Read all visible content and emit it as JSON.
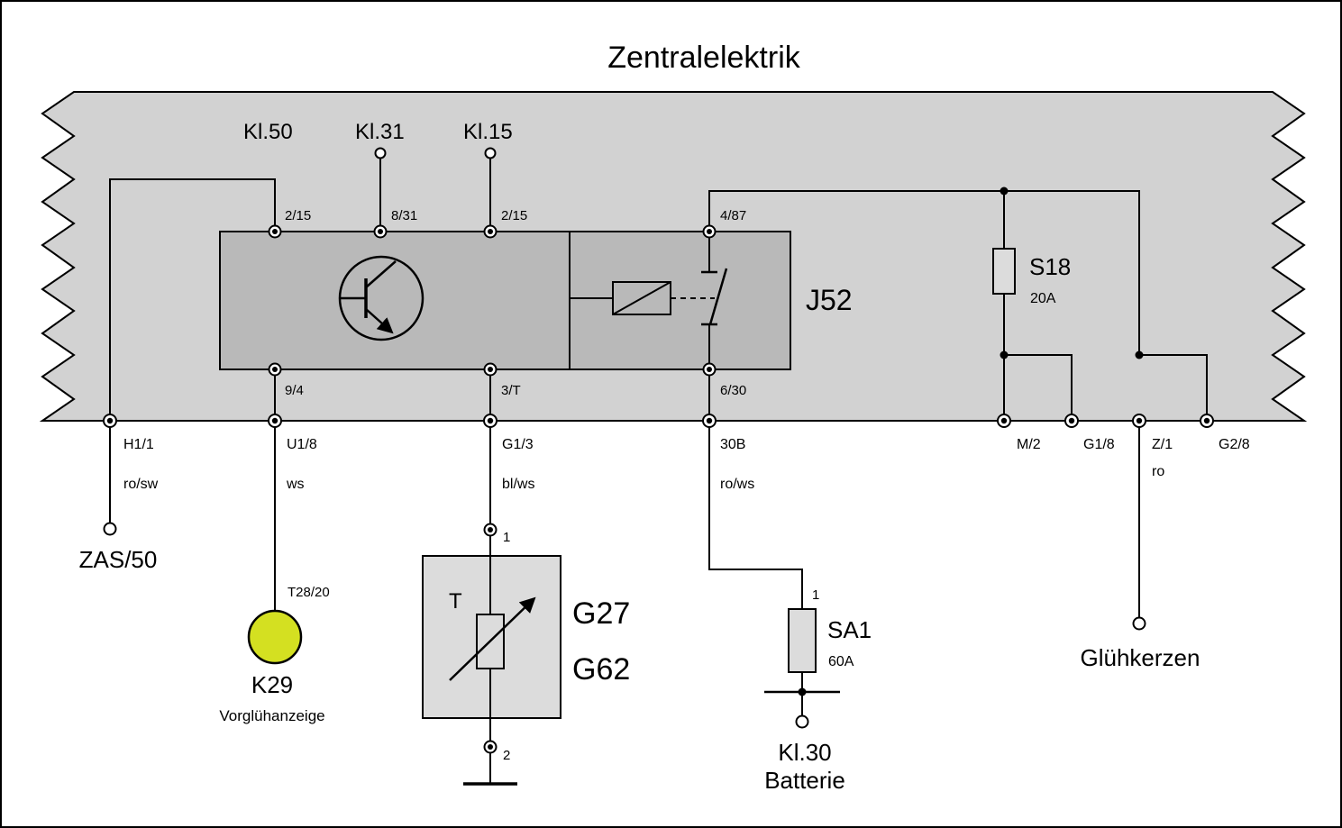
{
  "title": "Zentralelektrik",
  "labels": {
    "kl50": "Kl.50",
    "kl31": "Kl.31",
    "kl15": "Kl.15"
  },
  "module": {
    "name": "J52",
    "pin_top_1": "2/15",
    "pin_top_2": "8/31",
    "pin_top_3": "2/15",
    "pin_top_4": "4/87",
    "pin_bottom_1": "9/4",
    "pin_bottom_2": "3/T",
    "pin_bottom_3": "6/30"
  },
  "fuses": {
    "s18": {
      "name": "S18",
      "rating": "20A"
    },
    "sa1": {
      "name": "SA1",
      "rating": "60A",
      "pin": "1"
    }
  },
  "connectors": {
    "h1_1": {
      "label": "H1/1",
      "wire": "ro/sw"
    },
    "u1_8": {
      "label": "U1/8",
      "wire": "ws"
    },
    "g1_3": {
      "label": "G1/3",
      "wire": "bl/ws"
    },
    "b30": {
      "label": "30B",
      "wire": "ro/ws"
    },
    "m_2": {
      "label": "M/2"
    },
    "g1_8": {
      "label": "G1/8"
    },
    "z_1": {
      "label": "Z/1",
      "wire": "ro"
    },
    "g2_8": {
      "label": "G2/8"
    }
  },
  "components": {
    "zas": {
      "label": "ZAS/50"
    },
    "k29": {
      "connector": "T28/20",
      "name": "K29",
      "caption": "Vorglühanzeige"
    },
    "sensor": {
      "pin_top": "1",
      "pin_bottom": "2",
      "symbol": "T",
      "name_1": "G27",
      "name_2": "G62"
    },
    "battery": {
      "label_1": "Kl.30",
      "label_2": "Batterie"
    },
    "glow_plugs": {
      "label": "Glühkerzen"
    }
  },
  "colors": {
    "band": "#d2d2d2",
    "module": "#b9b9b9",
    "component_box": "#dcdcdc",
    "lamp": "#d4e021"
  }
}
